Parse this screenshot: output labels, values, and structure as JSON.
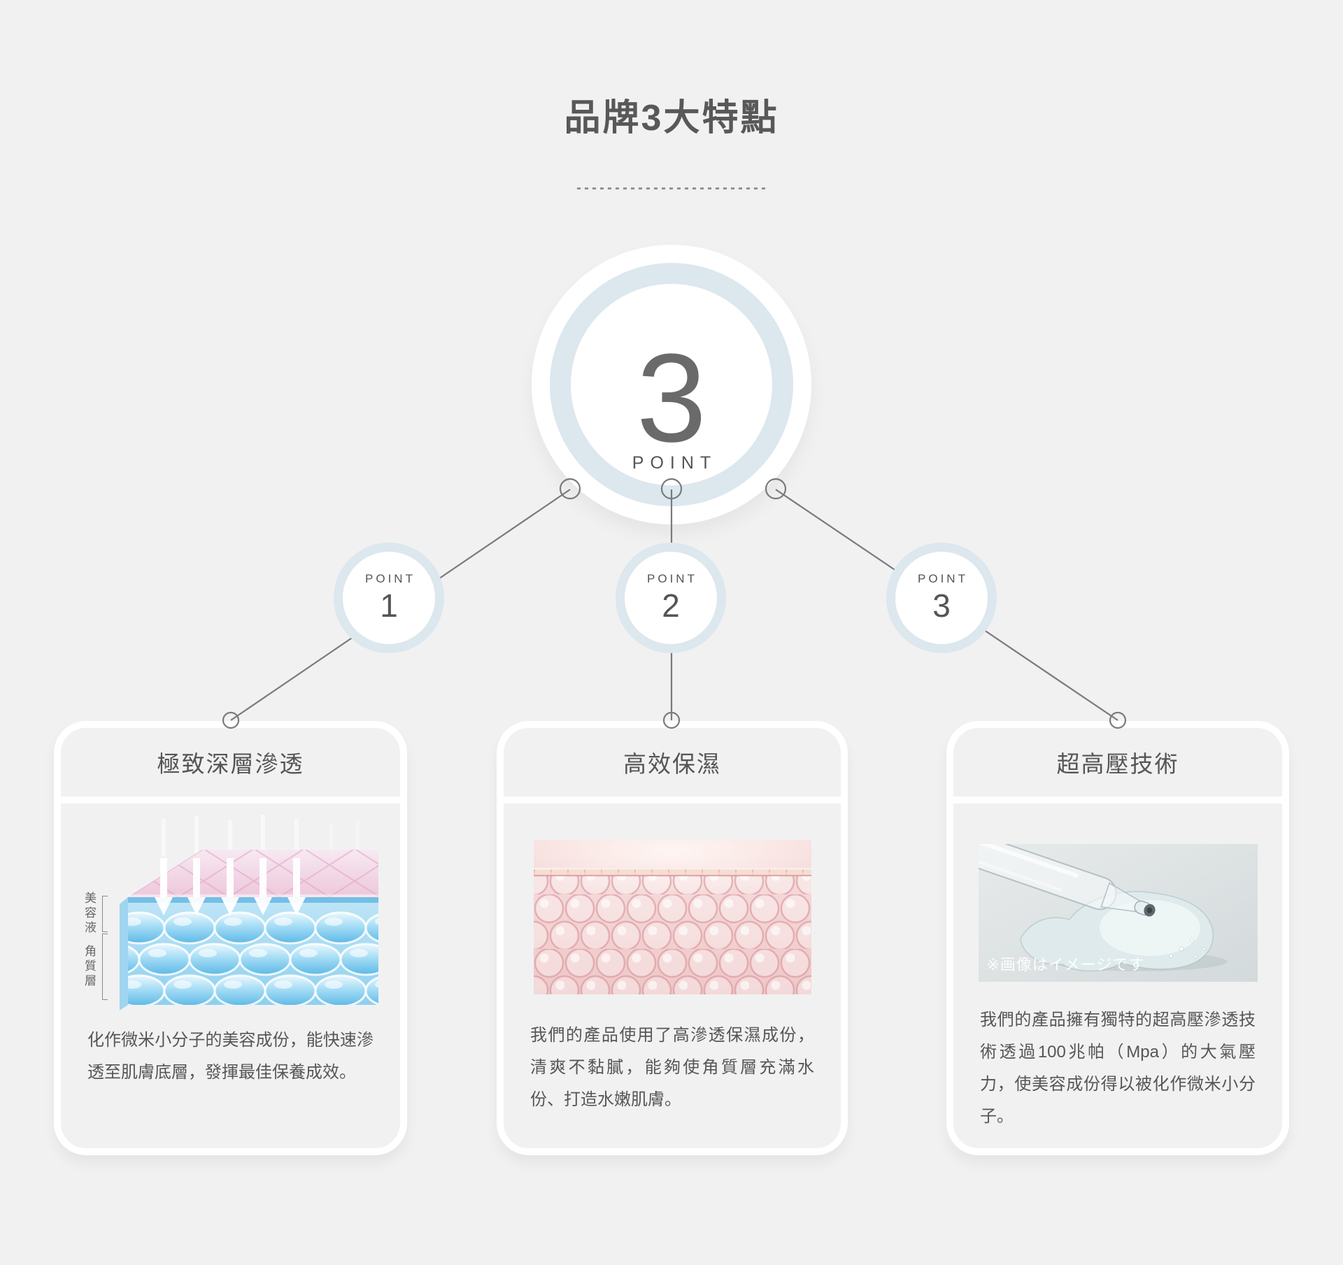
{
  "header": {
    "title": "品牌3大特點"
  },
  "hub": {
    "number": "3",
    "label": "POINT"
  },
  "points": [
    {
      "label": "POINT",
      "number": "1"
    },
    {
      "label": "POINT",
      "number": "2"
    },
    {
      "label": "POINT",
      "number": "3"
    }
  ],
  "cards": [
    {
      "title": "極致深層滲透",
      "description": "化作微米小分子的美容成份，能快速滲透至肌膚底層，發揮最佳保養成效。",
      "image": {
        "name": "skin-penetration-diagram",
        "labels": [
          "美容液",
          "角質層"
        ]
      }
    },
    {
      "title": "高效保濕",
      "description": "我們的產品使用了高滲透保濕成份，清爽不黏膩，能夠使角質層充滿水份、打造水嫩肌膚。",
      "image": {
        "name": "moisture-bubbles-illustration"
      }
    },
    {
      "title": "超高壓技術",
      "description": "我們的產品擁有獨特的超高壓滲透技術透過100兆帕（Mpa）的大氣壓力，使美容成份得以被化作微米小分子。",
      "image": {
        "name": "dropper-gel-photo",
        "caption": "※画像はイメージです"
      }
    }
  ],
  "colors": {
    "background": "#f1f1f2",
    "accent_ring": "#dce7ee",
    "text": "#565656",
    "connector_line": "#7a7a7a"
  }
}
